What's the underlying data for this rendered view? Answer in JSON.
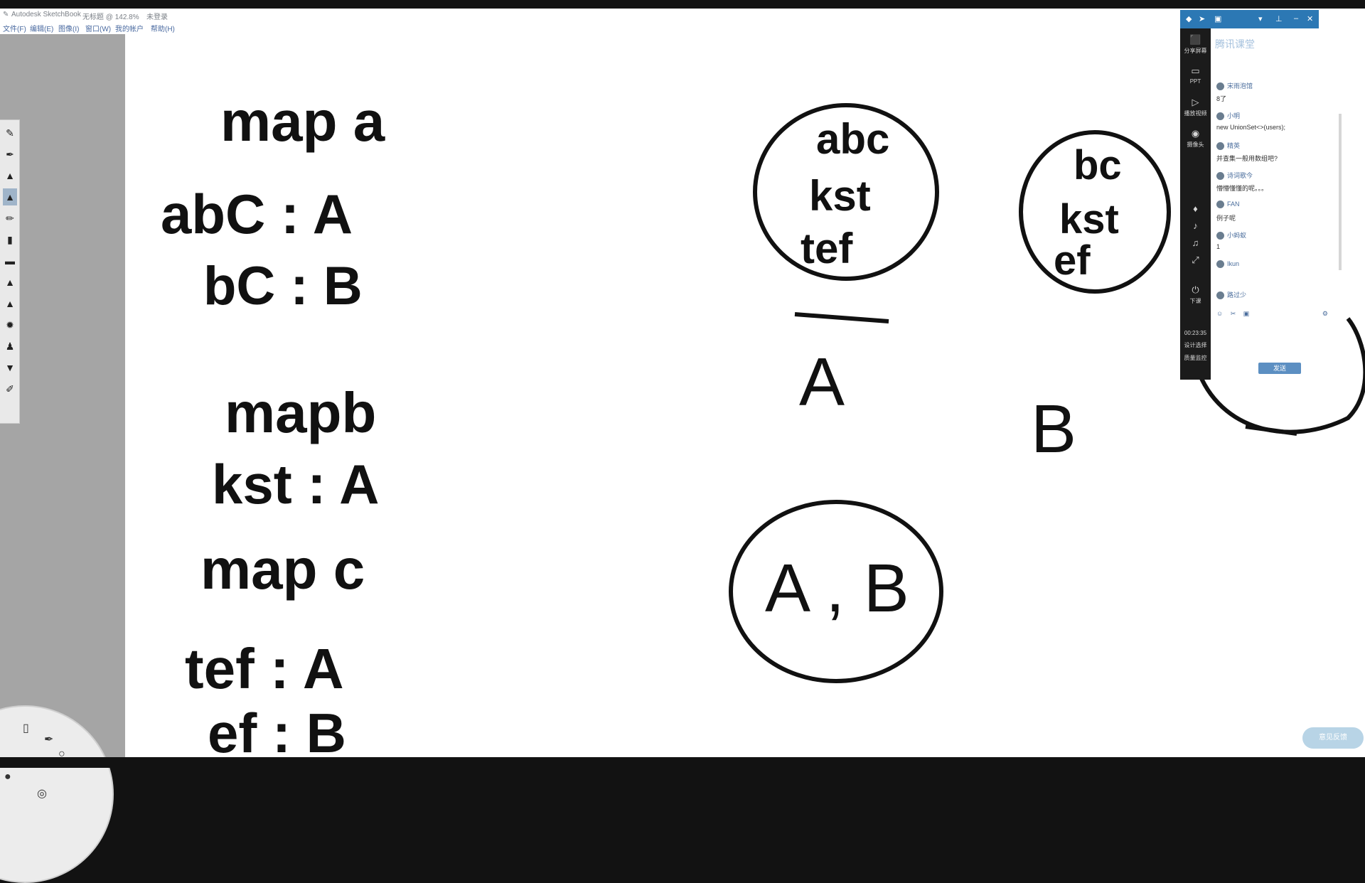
{
  "titlebar": {
    "app_name": "Autodesk SketchBook",
    "doc_name": "无标题 @ 142.8%",
    "status": "未登录"
  },
  "menu": [
    "文件(F)",
    "编辑(E)",
    "图像(I)",
    "窗口(W)",
    "我的帐户",
    "帮助(H)"
  ],
  "tools": [
    "pencil-icon",
    "pen-icon",
    "marker-icon",
    "airbrush-icon",
    "ink-pen-icon",
    "eraser-icon",
    "smudge-icon",
    "chisel-icon",
    "fill-icon",
    "brush-icon",
    "stamp-icon",
    "wand-icon",
    "pencil2-icon"
  ],
  "canvas_text": {
    "line1": "map a",
    "line2": "abC : A",
    "line3": "bC : B",
    "line4": "mapb",
    "line5": "kst : A",
    "line6": "map c",
    "line7": "tef : A",
    "line8": "ef : B",
    "circle1": [
      "abc",
      "kst",
      "tef"
    ],
    "circle1_label": "A",
    "circle2": [
      "bc",
      "kst",
      "ef"
    ],
    "circle2_label": "B",
    "circle3": "A , B"
  },
  "chat": {
    "sidebar": [
      {
        "label": "分享屏幕",
        "icon": "share-screen-icon"
      },
      {
        "label": "PPT",
        "icon": "ppt-icon"
      },
      {
        "label": "播放视频",
        "icon": "video-icon"
      },
      {
        "label": "摄像头",
        "icon": "camera-icon"
      },
      {
        "label": "下课",
        "icon": "end-class-icon"
      },
      {
        "label": "00:23:35",
        "icon": "timer-icon"
      },
      {
        "label": "设计选择",
        "icon": ""
      },
      {
        "label": "质量监控",
        "icon": ""
      }
    ],
    "banner": "腾讯课堂",
    "messages": [
      {
        "user": "宋雨泡馆",
        "text": "8了"
      },
      {
        "user": "小明",
        "text": "new UnionSet<>(users);"
      },
      {
        "user": "精英",
        "text": "并查集一般用数组吧?"
      },
      {
        "user": "诗词歌今",
        "text": "懵懵懂懂的呢。。。"
      },
      {
        "user": "FAN",
        "text": "例子呢"
      },
      {
        "user": "小蚂蚁",
        "text": "1"
      },
      {
        "user": "Ikun",
        "text": ""
      },
      {
        "user": "路过少",
        "text": ""
      }
    ],
    "send_label": "发送",
    "float_label": "意见反馈"
  }
}
